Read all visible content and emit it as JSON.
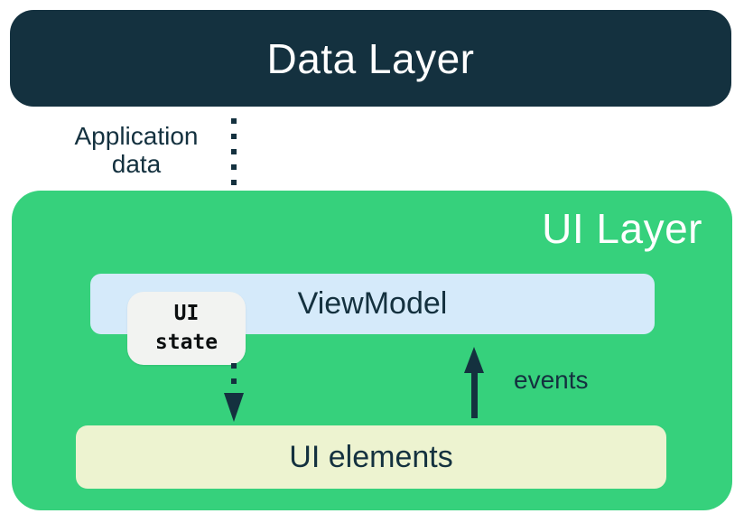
{
  "diagram": {
    "title_context": "UI Layer / Data Layer architecture diagram",
    "data_layer": {
      "label": "Data Layer"
    },
    "ui_layer": {
      "label": "UI Layer"
    },
    "viewmodel": {
      "label": "ViewModel"
    },
    "ui_state_badge": {
      "line1": "UI",
      "line2": "state"
    },
    "ui_elements": {
      "label": "UI elements"
    },
    "arrows": {
      "application_data": {
        "label_line1": "Application",
        "label_line2": "data",
        "style": "dotted",
        "direction": "down",
        "from": "Data Layer",
        "to": "ViewModel"
      },
      "ui_state_flow": {
        "style": "dotted",
        "direction": "down",
        "from": "ViewModel (UI state)",
        "to": "UI elements"
      },
      "events": {
        "label": "events",
        "style": "solid",
        "direction": "up",
        "from": "UI elements",
        "to": "ViewModel"
      }
    },
    "colors": {
      "navy": "#14313F",
      "green": "#36D17C",
      "light_blue": "#D5EAFA",
      "pale_yellow": "#EDF3D0",
      "badge_gray": "#F2F3F1",
      "text_on_dark": "#FFFFFF"
    }
  }
}
